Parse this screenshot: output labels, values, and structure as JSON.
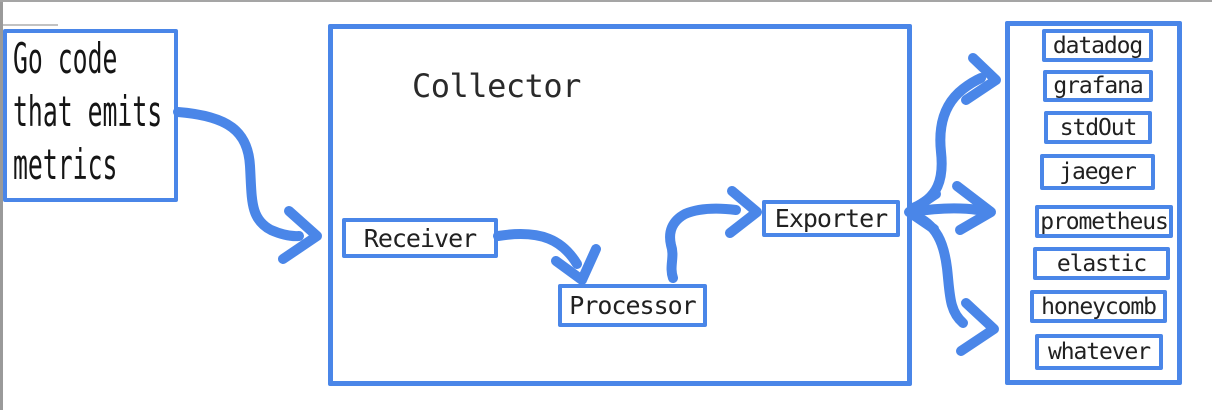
{
  "colors": {
    "accent_blue": "#4a86e8",
    "text": "#1f1f1f",
    "canvas_edge_grey": "#9a9a9a"
  },
  "source_box": {
    "line1": "Go code",
    "line2": "that emits",
    "line3": "metrics"
  },
  "collector": {
    "title": "Collector",
    "receiver_label": "Receiver",
    "processor_label": "Processor",
    "exporter_label": "Exporter"
  },
  "destinations": {
    "items": [
      {
        "label": "datadog"
      },
      {
        "label": "grafana"
      },
      {
        "label": "stdOut"
      },
      {
        "label": "jaeger"
      },
      {
        "label": "prometheus"
      },
      {
        "label": "elastic"
      },
      {
        "label": "honeycomb"
      },
      {
        "label": "whatever"
      }
    ]
  }
}
